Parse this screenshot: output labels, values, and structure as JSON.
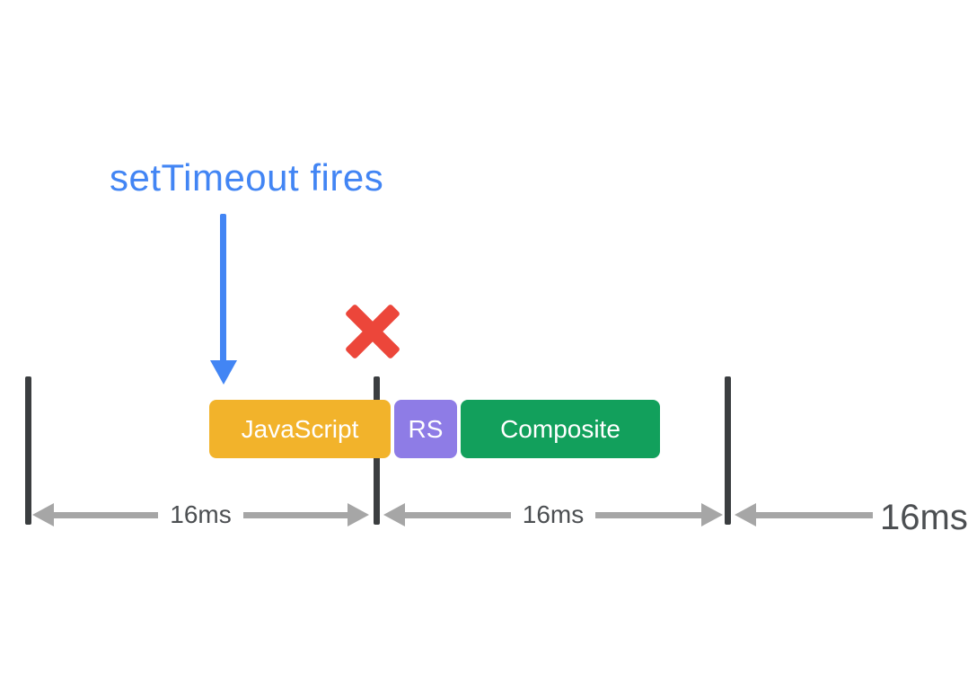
{
  "diagram": {
    "annotation": {
      "label": "setTimeout fires",
      "color": "#4285F4"
    },
    "dropped_frame": {
      "icon": "x-cross",
      "glyph": "✖",
      "color": "#EC463A"
    },
    "frame_boundaries": {
      "count": 3,
      "color": "#3B3E40"
    },
    "tasks": [
      {
        "label": "JavaScript",
        "color": "#F2B32B"
      },
      {
        "label": "RS",
        "color": "#8E7CE6"
      },
      {
        "label": "Composite",
        "color": "#12A05C"
      }
    ],
    "intervals": [
      {
        "label": "16ms"
      },
      {
        "label": "16ms"
      },
      {
        "label": "16ms"
      }
    ],
    "measure_arrow_color": "#A6A6A6",
    "measure_label_color": "#4C4F52"
  }
}
